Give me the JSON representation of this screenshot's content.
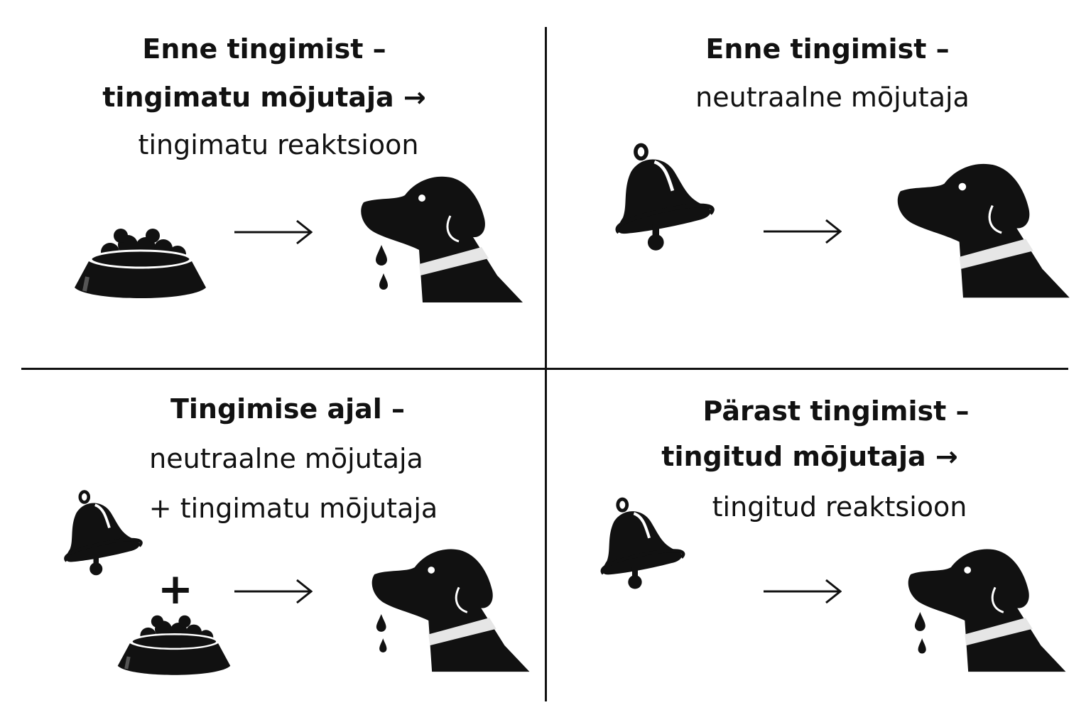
{
  "colors": {
    "ink": "#111111",
    "accent_dash": "#7a2a10",
    "collar": "#e6e6e6"
  },
  "icons": [
    "food-bowl-icon",
    "dog-head-icon",
    "bell-icon",
    "arrow-right-icon",
    "plus-icon",
    "drool-drops-icon"
  ],
  "panels": [
    {
      "lines": [
        "Enne tingimist –",
        "tingimatu mōjutaja  →",
        "tingimatu reaktsioon"
      ]
    },
    {
      "lines": [
        "Enne tingimist –",
        "neutraalne mōjutaja"
      ]
    },
    {
      "lines": [
        "Tingimise ajal –",
        "neutraalne mōjutaja",
        "+ tingimatu mōjutaja"
      ],
      "plus": "+"
    },
    {
      "lines": [
        "Pärast tingimist –",
        "tingitud mōjutaja  →",
        "tingitud reaktsioon"
      ]
    }
  ]
}
